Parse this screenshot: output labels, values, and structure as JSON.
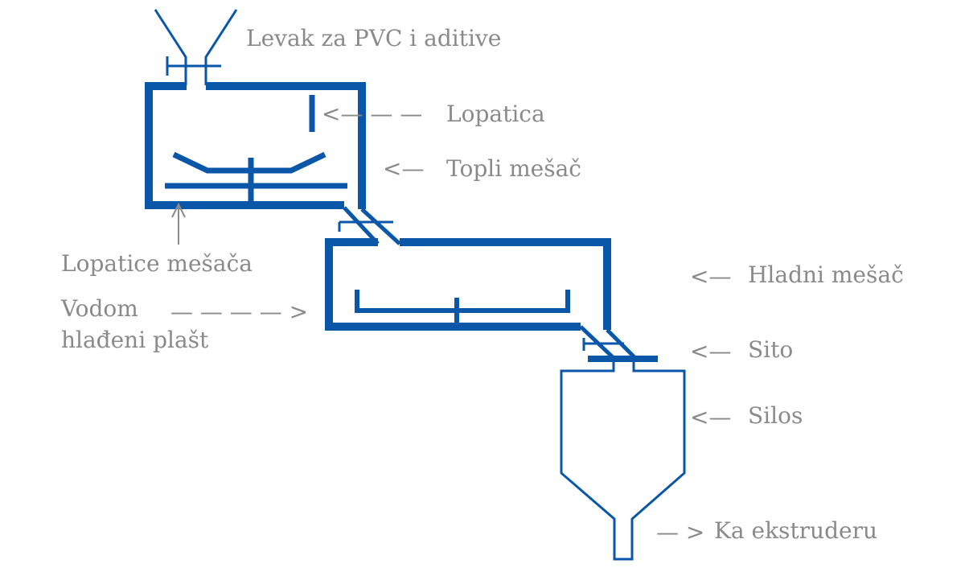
{
  "colors": {
    "equipment": "#0a56a8",
    "text": "#8a8a8a"
  },
  "labels": {
    "hopper": "Levak za PVC i aditive",
    "paddle": "Lopatica",
    "hot_mixer": "Topli mešač",
    "mixer_paddles": "Lopatice mešača",
    "water_jacket_line1": "Vodom",
    "water_jacket_line2": "hlađeni plašt",
    "cold_mixer": "Hladni mešač",
    "sieve": "Sito",
    "silo": "Silos",
    "to_extruder": "Ka ekstruderu"
  }
}
